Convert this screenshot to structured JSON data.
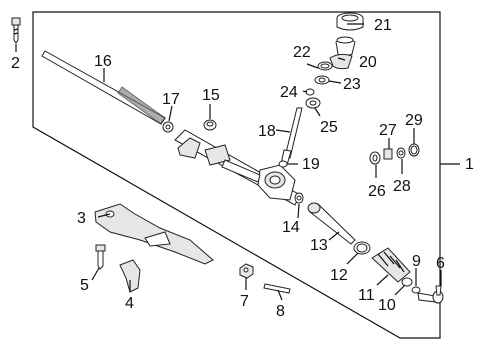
{
  "labels": {
    "p1": "1",
    "p2": "2",
    "p3": "3",
    "p4": "4",
    "p5": "5",
    "p6": "6",
    "p7": "7",
    "p8": "8",
    "p9": "9",
    "p10": "10",
    "p11": "11",
    "p12": "12",
    "p13": "13",
    "p14": "14",
    "p15": "15",
    "p16": "16",
    "p17": "17",
    "p18": "18",
    "p19": "19",
    "p20": "20",
    "p21": "21",
    "p22": "22",
    "p23": "23",
    "p24": "24",
    "p25": "25",
    "p26": "26",
    "p27": "27",
    "p28": "28",
    "p29": "29"
  }
}
